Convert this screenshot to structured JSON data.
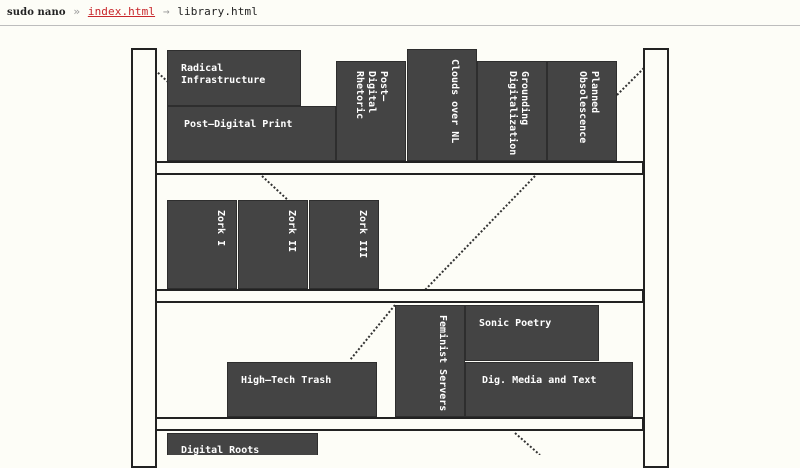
{
  "breadcrumb": {
    "command": "sudo nano",
    "separator_1": "»",
    "link_label": "index.html",
    "separator_2": "→",
    "current": "library.html"
  },
  "books": {
    "radical_infrastructure": "Radical Infrastructure",
    "post_digital_print": "Post–Digital Print",
    "post_digital_rhetoric": "Post–Digital Rhetoric",
    "clouds_over_nl": "Clouds over NL",
    "grounding_digitalization": "Grounding Digitalization",
    "planned_obsolescence": "Planned Obsolescence",
    "zork_1": "Zork I",
    "zork_2": "Zork II",
    "zork_3": "Zork III",
    "feminist_servers": "Feminist Servers",
    "sonic_poetry": "Sonic Poetry",
    "high_tech_trash": "High–Tech Trash",
    "dig_media_text": "Dig. Media and Text",
    "digital_roots": "Digital Roots"
  },
  "colors": {
    "background": "#fdfdf7",
    "book": "#444444",
    "link": "#c8262b",
    "line": "#222222"
  }
}
